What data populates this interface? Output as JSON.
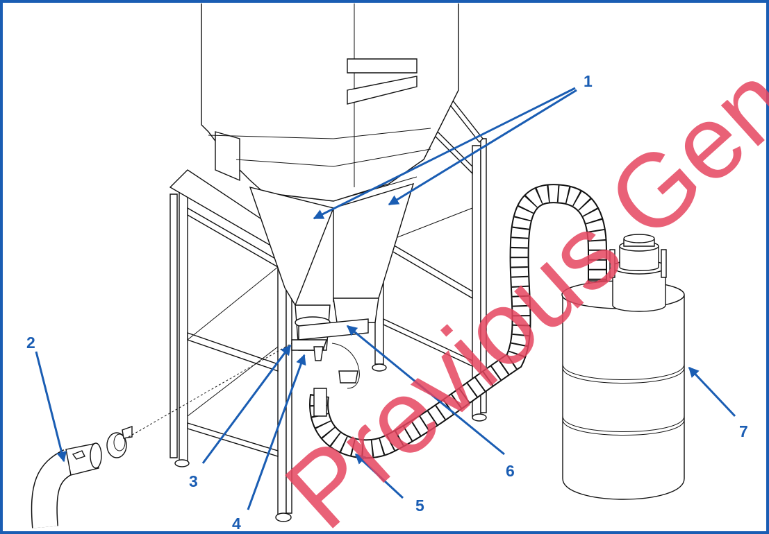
{
  "callouts": [
    "1",
    "2",
    "3",
    "4",
    "5",
    "6",
    "7"
  ],
  "watermark": "Previous Generation",
  "colors": {
    "frame": "#1a5db3",
    "callout": "#1a5db3",
    "watermark": "#e5455f",
    "line": "#111111"
  }
}
